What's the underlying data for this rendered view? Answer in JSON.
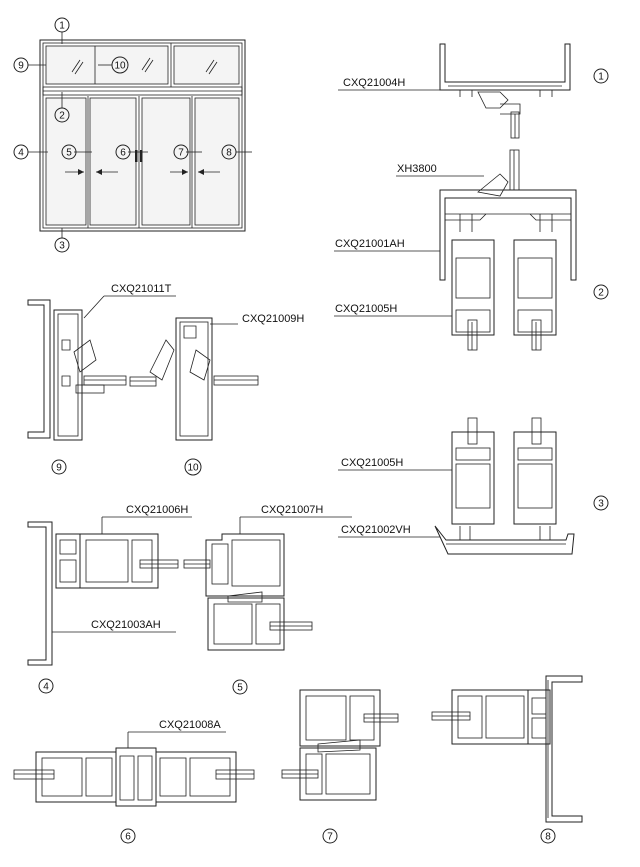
{
  "callouts": [
    "1",
    "2",
    "3",
    "4",
    "5",
    "6",
    "7",
    "8",
    "9",
    "10"
  ],
  "section_labels": [
    "1",
    "2",
    "3",
    "9",
    "10",
    "4",
    "5",
    "6",
    "7",
    "8"
  ],
  "profiles": {
    "p1": "CXQ21004H",
    "p2": "XH3800",
    "p3": "CXQ21001AH",
    "p4": "CXQ21005H",
    "p5": "CXQ21011T",
    "p6": "CXQ21009H",
    "p7": "CXQ21005H",
    "p8": "CXQ21002VH",
    "p9": "CXQ21006H",
    "p10": "CXQ21007H",
    "p11": "CXQ21003AH",
    "p12": "CXQ21008A"
  }
}
